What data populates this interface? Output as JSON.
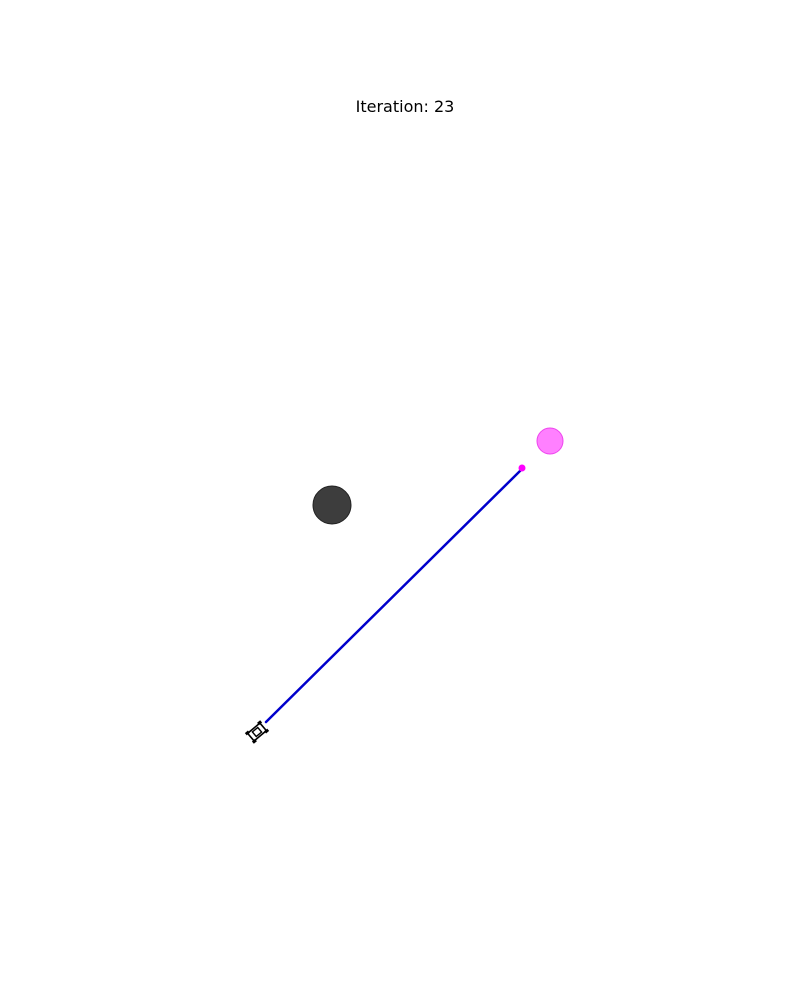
{
  "header": {
    "iteration_label": "Iteration: 23"
  },
  "scene": {
    "colors": {
      "background": "#ffffff",
      "path": "#0000cc",
      "target": "#ff00ff",
      "target_marker": "#ff55ff",
      "obstacle": "#333333",
      "robot": "#000000"
    },
    "icons": {
      "robot": "robot-icon",
      "obstacle": "obstacle-circle",
      "target": "target-circle",
      "path_endpoint": "path-endpoint-dot"
    }
  }
}
